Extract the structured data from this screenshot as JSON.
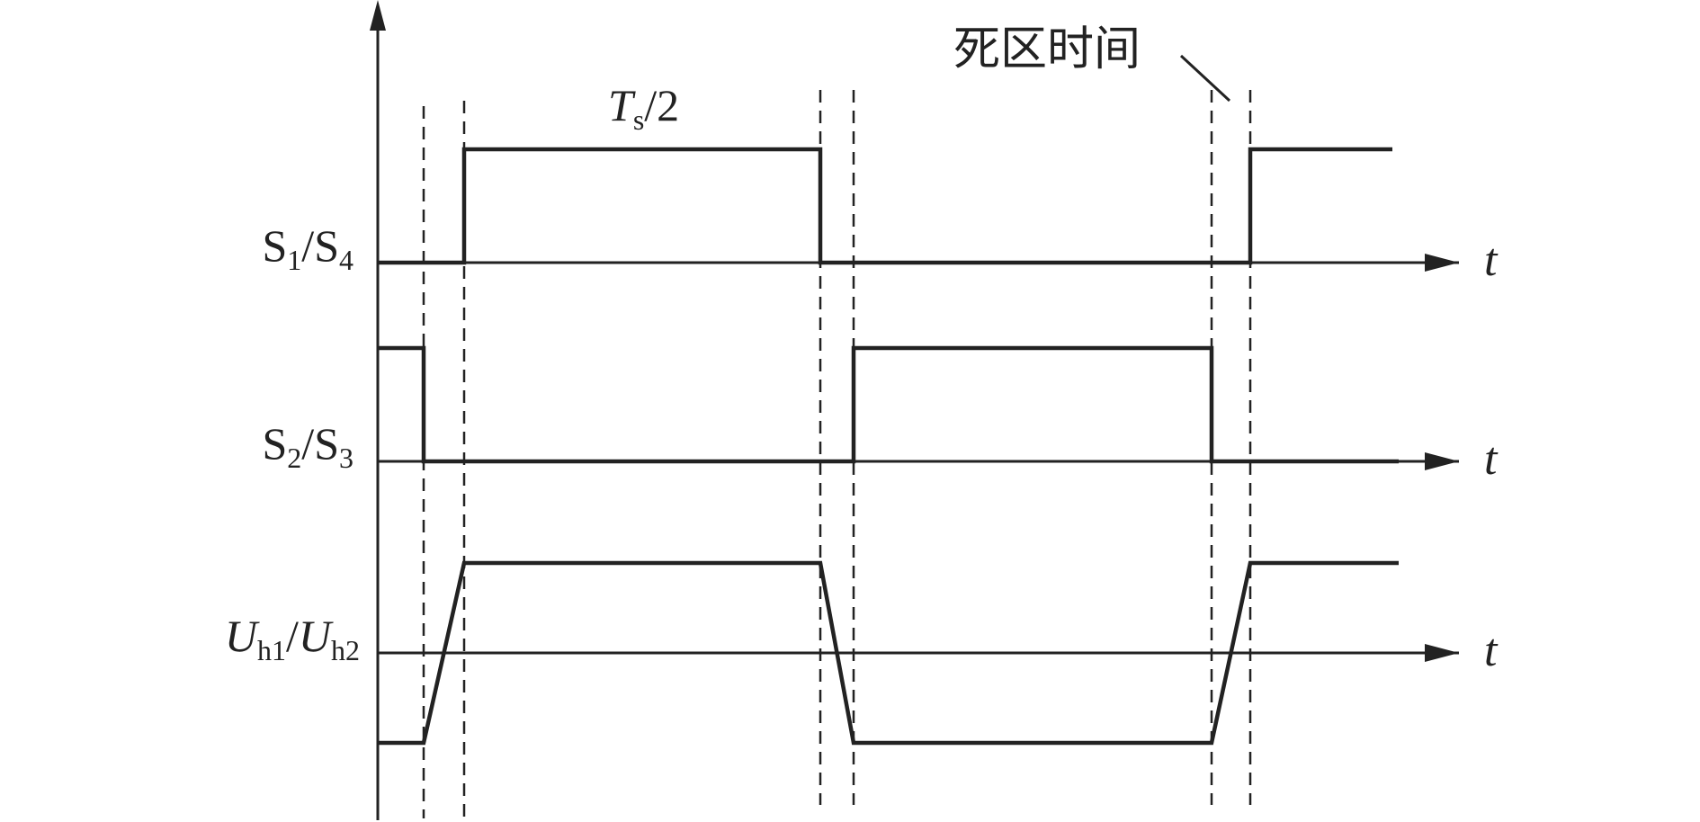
{
  "labels": {
    "row1": {
      "main": "S",
      "sub1": "1",
      "sep": "/S",
      "sub2": "4"
    },
    "row2": {
      "main": "S",
      "sub1": "2",
      "sep": "/S",
      "sub2": "3"
    },
    "row3": {
      "main": "U",
      "sub1": "h1",
      "sep": "/",
      "main2": "U",
      "sub2": "h2"
    },
    "period": {
      "main": "T",
      "sub": "s",
      "tail": "/2"
    },
    "dead_time": "死区时间",
    "t_axis": "t"
  },
  "colors": {
    "ink": "#222222",
    "background": "#ffffff"
  }
}
